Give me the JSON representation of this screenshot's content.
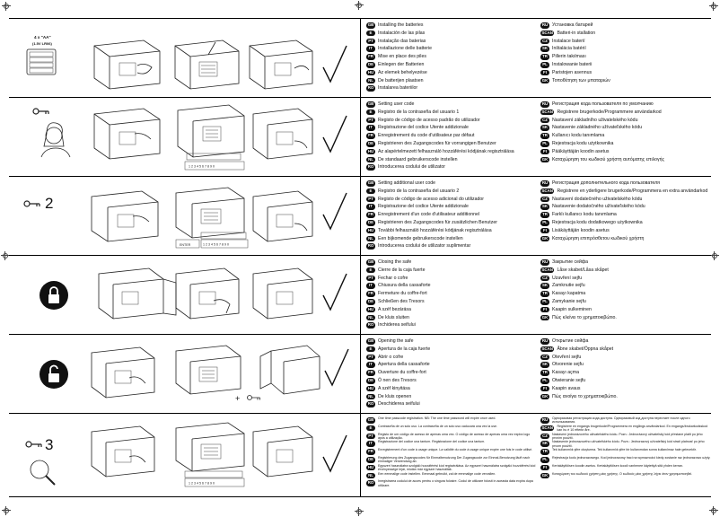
{
  "sections": [
    {
      "id": "batteries",
      "battery_label": "4 x \"AA\"",
      "battery_sub": "(1.5V LR06)",
      "left": [
        {
          "code": "GB",
          "text": "Installing the batteries"
        },
        {
          "code": "E",
          "text": "Instalación de las pilas"
        },
        {
          "code": "PT",
          "text": "Instalação das baterias"
        },
        {
          "code": "IT",
          "text": "Installazione delle batterie"
        },
        {
          "code": "FR",
          "text": "Mise en place des piles"
        },
        {
          "code": "DE",
          "text": "Einlegen der Batterien"
        },
        {
          "code": "HU",
          "text": "Az elemek behelyezése"
        },
        {
          "code": "NL",
          "text": "De batterijen plaatsen"
        },
        {
          "code": "RO",
          "text": "Instalarea bateriilor"
        }
      ],
      "right": [
        {
          "code": "RU",
          "text": "Установка батарей"
        },
        {
          "code": "SCAN",
          "text": "Batteri-in stallation"
        },
        {
          "code": "CZ",
          "text": "Instalace baterií"
        },
        {
          "code": "SK",
          "text": "Inštalácia batérií"
        },
        {
          "code": "TR",
          "text": "Pillerin takılması"
        },
        {
          "code": "PL",
          "text": "Instalowanie baterii"
        },
        {
          "code": "FI",
          "text": "Paristojen asennus"
        },
        {
          "code": "GK",
          "text": "Τοποθέτηση των μπαταριών"
        }
      ]
    },
    {
      "id": "user-code",
      "keypad_digits": "1 2 3 4 5 6 7 8 9 0",
      "left": [
        {
          "code": "GB",
          "text": "Setting user code"
        },
        {
          "code": "E",
          "text": "Registro de la contraseña del usuario 1"
        },
        {
          "code": "PT",
          "text": "Registo de código de acesso padrão do utilizador"
        },
        {
          "code": "IT",
          "text": "Registrazione del codice Utente addizionale"
        },
        {
          "code": "FR",
          "text": "Enregistrement du code d'utilisateur par défaut"
        },
        {
          "code": "DE",
          "text": "Registrieren des Zugangscodes für vorrangigen Benutzer"
        },
        {
          "code": "HU",
          "text": "Az alapértelmezett felhasználó hozzáférési kódjának regisztrálása"
        },
        {
          "code": "NL",
          "text": "De standaard gebruikerscode instellen"
        },
        {
          "code": "RO",
          "text": "Introducerea codului de utilizator"
        }
      ],
      "right": [
        {
          "code": "RU",
          "text": "Регистрация кода пользователя по умолчанию"
        },
        {
          "code": "SCAN",
          "text": "Registrere brugerkode/Programmere användarkod"
        },
        {
          "code": "CZ",
          "text": "Nastavení základního uživatelského kódu"
        },
        {
          "code": "SK",
          "text": "Nastavenie základného užívateľského kódu"
        },
        {
          "code": "TR",
          "text": "Kullanıcı kodu tanımlama"
        },
        {
          "code": "PL",
          "text": "Rejestracja kodu użytkownika"
        },
        {
          "code": "FI",
          "text": "Pääkäyttäjän koodin asetus"
        },
        {
          "code": "GK",
          "text": "Καταχώρηση του κωδικού χρήστη αυτόματης επιλογής"
        }
      ]
    },
    {
      "id": "additional-code",
      "number_label": "2",
      "enter_label": "ENTER",
      "keypad_digits": "1 2 3 4 5 6 7 8 9 0",
      "left": [
        {
          "code": "GB",
          "text": "Setting additional user code"
        },
        {
          "code": "E",
          "text": "Registro de la contraseña del usuario 2"
        },
        {
          "code": "PT",
          "text": "Registo de código de acesso adicional do utilizador"
        },
        {
          "code": "IT",
          "text": "Registrazione del codice Utente addizionale"
        },
        {
          "code": "FR",
          "text": "Enregistrement d'un code d'utilisateur additionnel"
        },
        {
          "code": "DE",
          "text": "Registrieren des Zugangscodes für zusätzlichen Benutzer"
        },
        {
          "code": "HU",
          "text": "További felhasználó hozzáférési kódjának regisztrálása"
        },
        {
          "code": "NL",
          "text": "Een bijkomende gebruikerscode instellen"
        },
        {
          "code": "RO",
          "text": "Introducerea codului de utilizator suplimentar"
        }
      ],
      "right": [
        {
          "code": "RU",
          "text": "Регистрация дополнительного кода пользователя"
        },
        {
          "code": "SCAN",
          "text": "Registrere en yderligere brugerkode/Programmera en extra användarkod"
        },
        {
          "code": "CZ",
          "text": "Nastavení dodatečného uživatelského kódu"
        },
        {
          "code": "SK",
          "text": "Nastavenie dodatočného užívateľského kódu"
        },
        {
          "code": "TR",
          "text": "Farklı kullanıcı kodu tanımlama"
        },
        {
          "code": "PL",
          "text": "Rejestracja kodu dodatkowego użytkownika"
        },
        {
          "code": "FI",
          "text": "Lisäkäyttäjän koodin asetus"
        },
        {
          "code": "GK",
          "text": "Καταχώρηση επιπρόσθετου κωδικού χρήστη"
        }
      ]
    },
    {
      "id": "closing",
      "left": [
        {
          "code": "GB",
          "text": "Closing the safe"
        },
        {
          "code": "E",
          "text": "Cierre de la caja fuerte"
        },
        {
          "code": "PT",
          "text": "Fechar o cofre"
        },
        {
          "code": "IT",
          "text": "Chiusura della cassaforte"
        },
        {
          "code": "FR",
          "text": "Fermeture du coffre-fort"
        },
        {
          "code": "DE",
          "text": "Schließen des Tresors"
        },
        {
          "code": "HU",
          "text": "A széf bezárása"
        },
        {
          "code": "NL",
          "text": "De kluis sluiten"
        },
        {
          "code": "RO",
          "text": "Inchiderea seifului"
        }
      ],
      "right": [
        {
          "code": "RU",
          "text": "Закрытие сейфа"
        },
        {
          "code": "SCAN",
          "text": "Låse skabet/Låsa skåpet"
        },
        {
          "code": "CZ",
          "text": "Uzavření sejfu"
        },
        {
          "code": "SK",
          "text": "Zamknutie sejfu"
        },
        {
          "code": "TR",
          "text": "Kasayı kapatma"
        },
        {
          "code": "PL",
          "text": "Zamykanie sejfu"
        },
        {
          "code": "FI",
          "text": "Kaapin sulkeminen"
        },
        {
          "code": "GK",
          "text": "Πώς κλείνει το χρηματοκιβώτιο."
        }
      ]
    },
    {
      "id": "opening",
      "plus_label": "+",
      "left": [
        {
          "code": "GB",
          "text": "Opening the safe"
        },
        {
          "code": "E",
          "text": "Apertura de la caja fuerte"
        },
        {
          "code": "PT",
          "text": "Abrir o cofre"
        },
        {
          "code": "IT",
          "text": "Apertura della cassaforte"
        },
        {
          "code": "FR",
          "text": "Ouverture du coffre-fort"
        },
        {
          "code": "DE",
          "text": "Ö nen des Tresors"
        },
        {
          "code": "HU",
          "text": "A széf kinyitása"
        },
        {
          "code": "NL",
          "text": "De kluis openen"
        },
        {
          "code": "RO",
          "text": "Deschiderea seifului"
        }
      ],
      "right": [
        {
          "code": "RU",
          "text": "Открытие сейфа"
        },
        {
          "code": "SCAN",
          "text": "Åbne skabet/Öppna skåpet"
        },
        {
          "code": "CZ",
          "text": "Otevření sejfu"
        },
        {
          "code": "SK",
          "text": "Otvorenie sejfu"
        },
        {
          "code": "TR",
          "text": "Kasayı açma"
        },
        {
          "code": "PL",
          "text": "Otwieranie sejfu"
        },
        {
          "code": "FI",
          "text": "Kaapin avaus"
        },
        {
          "code": "GK",
          "text": "Πώς ανοίγει το χρηματοκιβώτιο."
        }
      ]
    },
    {
      "id": "one-time-code",
      "number_label": "3",
      "keypad_digits": "1 2 3 4 5 6 7 8 9 0",
      "left": [
        {
          "code": "GB",
          "text": "One time passcode registration. NB: The one time password will expire once used."
        },
        {
          "code": "E",
          "text": "Contraseña de un solo uso. La contraseña de un solo uso caducará una vez la use."
        },
        {
          "code": "PT",
          "text": "Registo de um código de acesso de apenas uma vez. O código de acesso de apenas uma vez expira logo após a utilização."
        },
        {
          "code": "IT",
          "text": "Registrazione del codice una tantum. Registrazione del codice una tantum."
        },
        {
          "code": "FR",
          "text": "Enregistrement d'un code à usage unique. La validité du code à usage unique expire une fois le code utilisé."
        },
        {
          "code": "DE",
          "text": "Registrierung des Zugangscodes für Einmalbenutzung Der Zugangscode zur Einmal-Benutzung läuft nach einmaliger Verwendung ab."
        },
        {
          "code": "HU",
          "text": "Egyszeri használatra szolgáló hozzáférési kód regisztrálása. Az egyszeri használatra szolgáló hozzáférési kód érvényessége lejár, miután már egyszer használták."
        },
        {
          "code": "NL",
          "text": "Een eenmalige code instellen. Eenmaal gebruikt, zal de eenmalige code vervallen."
        },
        {
          "code": "RO",
          "text": "Inregistrarea codului de acces pentru o singura folosire. Codul de utilizare folosit in aceasta data expira dupa utilizare."
        }
      ],
      "right": [
        {
          "code": "RU",
          "text": "Одноразовая регистрация кода доступа. Одноразовый код доступа перестает после одного использования."
        },
        {
          "code": "SCAN",
          "text": "Registrere en engangs brugerkode/Programmera en engångs användarkod. En engangs/brukarkodsskod kan hu é 10 efterkr åre."
        },
        {
          "code": "CZ",
          "text": "Nastavení jednorázového uživatelského kódu. Pozn.: Jednorázový uživatelský kód přestane platit po jeho prvním použití."
        },
        {
          "code": "SK",
          "text": "Nastavenie jednorazového užívateľského kódu. Pozn.: Jednorazový užívateľský kód stratí platnosť po jeho prvom použití."
        },
        {
          "code": "TR",
          "text": "Tek kullanımlık şifre oluşturma. Tek kullanımlık şifre bir kullanımdan sonra kullanılmaz hale gelecektir."
        },
        {
          "code": "PL",
          "text": "Rejestracja kodu jednorazowego. Kod jednorazowy traci na wymaznożci kiedy zostanie raz jednorazowo użyty."
        },
        {
          "code": "FI",
          "text": "Kertakäyttöisen koodin asetus. Kertakäyttöisen koodi vanhenee käytettyä sitä yhden kerran."
        },
        {
          "code": "GK",
          "text": "Καταχώριση του κωδικού χρήστη μίας χρήσης. Ο κωδικός μίας χρήσης λήγει όταν χρησιμοποιηθεί."
        }
      ]
    }
  ]
}
